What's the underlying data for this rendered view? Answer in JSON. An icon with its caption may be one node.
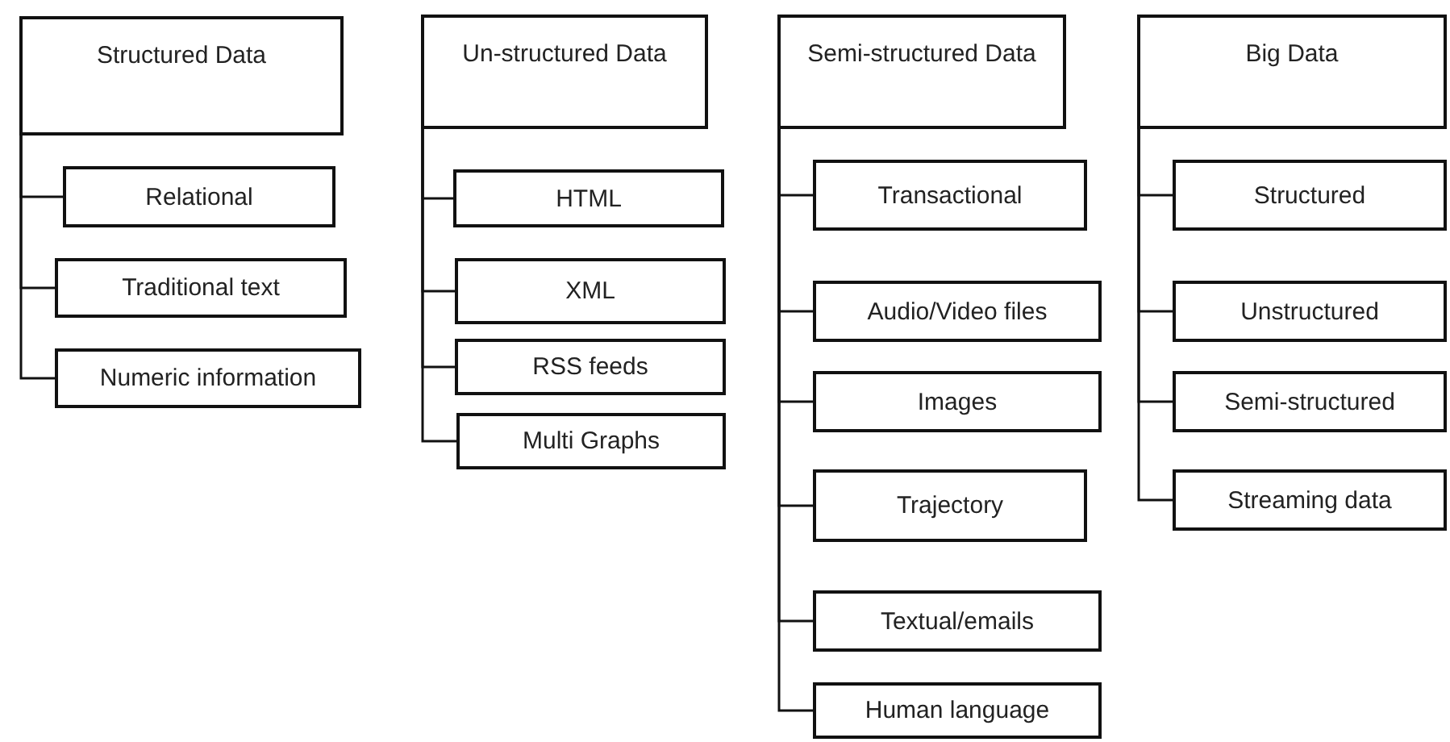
{
  "diagram": {
    "nodes": [
      {
        "text": [
          "Structured Data"
        ]
      },
      {
        "text": [
          "Relational"
        ]
      },
      {
        "text": [
          "Traditional text"
        ]
      },
      {
        "text": [
          "Numeric information"
        ]
      },
      {
        "text": [
          "Un-structured Data"
        ]
      },
      {
        "text": [
          "HTML"
        ]
      },
      {
        "text": [
          "XML"
        ]
      },
      {
        "text": [
          "RSS feeds"
        ]
      },
      {
        "text": [
          "Multi Graphs"
        ]
      },
      {
        "text": [
          "Semi-structured Data"
        ]
      },
      {
        "text": [
          "Transactional"
        ]
      },
      {
        "text": [
          "Audio/Video files"
        ]
      },
      {
        "text": [
          "Images"
        ]
      },
      {
        "text": [
          "Trajectory"
        ]
      },
      {
        "text": [
          "Textual/emails"
        ]
      },
      {
        "text": [
          "Human language"
        ]
      },
      {
        "text": [
          "Big Data"
        ]
      },
      {
        "text": [
          "Structured"
        ]
      },
      {
        "text": [
          "Unstructured"
        ]
      },
      {
        "text": [
          "Semi-structured"
        ]
      },
      {
        "text": [
          "Streaming data"
        ]
      }
    ],
    "edges": [
      {
        "from": 0,
        "to": 1,
        "arrow": "none"
      },
      {
        "from": 0,
        "to": 2,
        "arrow": "none"
      },
      {
        "from": 0,
        "to": 3,
        "arrow": "none"
      },
      {
        "from": 4,
        "to": 5,
        "arrow": "none"
      },
      {
        "from": 4,
        "to": 6,
        "arrow": "none"
      },
      {
        "from": 4,
        "to": 7,
        "arrow": "none"
      },
      {
        "from": 4,
        "to": 8,
        "arrow": "none"
      },
      {
        "from": 9,
        "to": 10,
        "arrow": "none"
      },
      {
        "from": 9,
        "to": 11,
        "arrow": "none"
      },
      {
        "from": 9,
        "to": 12,
        "arrow": "none"
      },
      {
        "from": 9,
        "to": 13,
        "arrow": "none"
      },
      {
        "from": 9,
        "to": 14,
        "arrow": "none"
      },
      {
        "from": 9,
        "to": 15,
        "arrow": "none"
      },
      {
        "from": 16,
        "to": 17,
        "arrow": "none"
      },
      {
        "from": 16,
        "to": 18,
        "arrow": "none"
      },
      {
        "from": 16,
        "to": 19,
        "arrow": "none"
      },
      {
        "from": 16,
        "to": 20,
        "arrow": "none"
      }
    ]
  }
}
